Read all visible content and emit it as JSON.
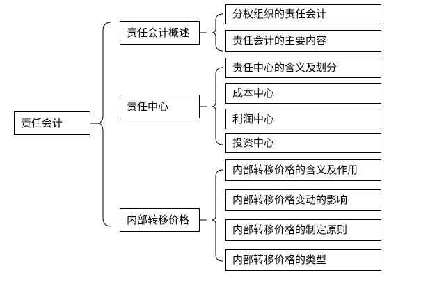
{
  "root": {
    "label": "责任会计"
  },
  "branches": [
    {
      "label": "责任会计概述",
      "children": [
        "分权组织的责任会计",
        "责任会计的主要内容"
      ]
    },
    {
      "label": "责任中心",
      "children": [
        "责任中心的含义及划分",
        "成本中心",
        "利润中心",
        "投资中心"
      ]
    },
    {
      "label": "内部转移价格",
      "children": [
        "内部转移价格的含义及作用",
        "内部转移价格变动的影响",
        "内部转移价格的制定原则",
        "内部转移价格的类型"
      ]
    }
  ]
}
